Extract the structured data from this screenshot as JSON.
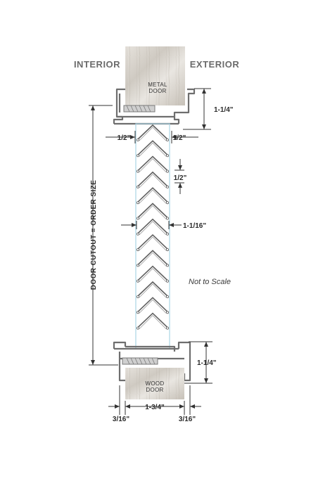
{
  "labels": {
    "interior": "INTERIOR",
    "exterior": "EXTERIOR",
    "metal_door_line1": "METAL",
    "metal_door_line2": "DOOR",
    "wood_door_line1": "WOOD",
    "wood_door_line2": "DOOR",
    "door_cutout": "DOOR CUTOUT = ORDER SIZE",
    "not_to_scale": "Not to Scale"
  },
  "dimensions": {
    "top_frame_depth": "1-1/4\"",
    "left_gap": "1/2\"",
    "right_gap": "1/2\"",
    "louver_pitch": "1/2\"",
    "louver_depth": "1-1/16\"",
    "bottom_frame_depth": "1-1/4\"",
    "overall_width": "1-3/4\"",
    "left_flange": "3/16\"",
    "right_flange": "3/16\""
  },
  "colors": {
    "frame": "#6e6e6e",
    "glass": "#a9d4e4",
    "door_fill": "#d9d5cf",
    "dim_line": "#333333"
  }
}
